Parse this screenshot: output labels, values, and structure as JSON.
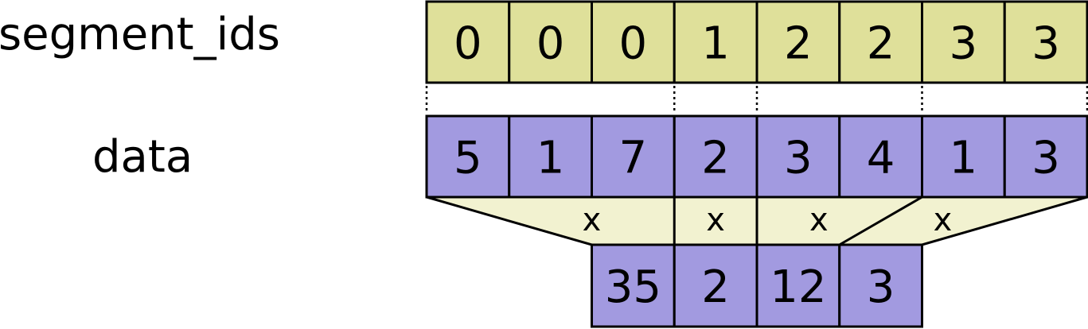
{
  "labels": {
    "segment_ids": "segment_ids",
    "data": "data"
  },
  "segment_ids": [
    "0",
    "0",
    "0",
    "1",
    "2",
    "2",
    "3",
    "3"
  ],
  "data": [
    "5",
    "1",
    "7",
    "2",
    "3",
    "4",
    "1",
    "3"
  ],
  "operator": "x",
  "result": [
    "35",
    "2",
    "12",
    "3"
  ],
  "colors": {
    "segment_fill": "#dfe09a",
    "data_fill": "#a29ae0",
    "trapezoid_fill": "#f2f2d0",
    "stroke": "#000000"
  }
}
